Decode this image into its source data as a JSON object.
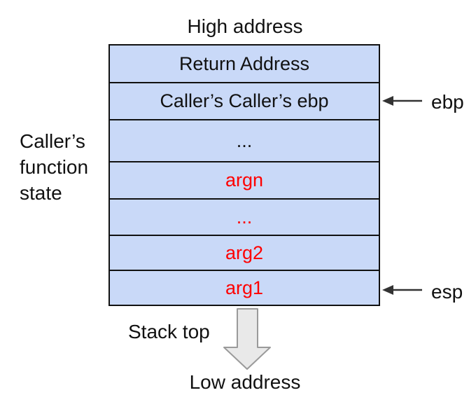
{
  "title_top": "High address",
  "title_bottom": "Low address",
  "side_label": "Caller’s\nfunction\nstate",
  "stack_top_label": "Stack top",
  "pointers": {
    "ebp": "ebp",
    "esp": "esp"
  },
  "stack": {
    "cells": [
      {
        "text": "Return Address"
      },
      {
        "text": "Caller’s Caller’s ebp"
      },
      {
        "text": "..."
      },
      {
        "text": "argn"
      },
      {
        "text": "..."
      },
      {
        "text": "arg2"
      },
      {
        "text": "arg1"
      }
    ]
  },
  "colors": {
    "cell_fill": "#c9d9f8",
    "arg_text": "#ff0000",
    "border": "#111111"
  }
}
